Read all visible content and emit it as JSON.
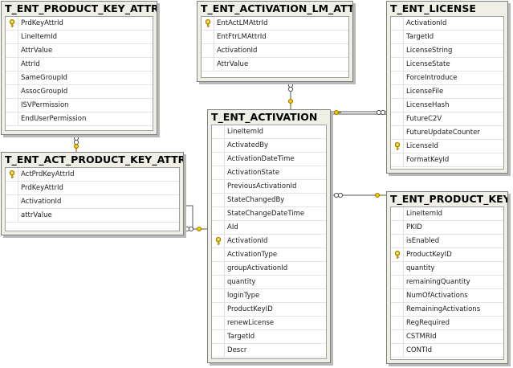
{
  "tables": [
    {
      "id": "pka",
      "name": "T_ENT_PRODUCT_KEY_ATTR",
      "columns": [
        {
          "name": "PrdKeyAttrId",
          "pk": true
        },
        {
          "name": "LineItemId",
          "pk": false
        },
        {
          "name": "AttrValue",
          "pk": false
        },
        {
          "name": "AttrId",
          "pk": false
        },
        {
          "name": "SameGroupId",
          "pk": false
        },
        {
          "name": "AssocGroupId",
          "pk": false
        },
        {
          "name": "ISVPermission",
          "pk": false
        },
        {
          "name": "EndUserPermission",
          "pk": false
        }
      ]
    },
    {
      "id": "alm",
      "name": "T_ENT_ACTIVATION_LM_ATTR",
      "columns": [
        {
          "name": "EntActLMAttrId",
          "pk": true
        },
        {
          "name": "EntFtrLMAttrId",
          "pk": false
        },
        {
          "name": "ActivationId",
          "pk": false
        },
        {
          "name": "AttrValue",
          "pk": false
        }
      ]
    },
    {
      "id": "lic",
      "name": "T_ENT_LICENSE",
      "columns": [
        {
          "name": "ActivationId",
          "pk": false
        },
        {
          "name": "TargetId",
          "pk": false
        },
        {
          "name": "LicenseString",
          "pk": false
        },
        {
          "name": "LicenseState",
          "pk": false
        },
        {
          "name": "ForceIntroduce",
          "pk": false
        },
        {
          "name": "LicenseFile",
          "pk": false
        },
        {
          "name": "LicenseHash",
          "pk": false
        },
        {
          "name": "FutureC2V",
          "pk": false
        },
        {
          "name": "FutureUpdateCounter",
          "pk": false
        },
        {
          "name": "LicenseId",
          "pk": true
        },
        {
          "name": "FormatKeyId",
          "pk": false
        }
      ]
    },
    {
      "id": "apka",
      "name": "T_ENT_ACT_PRODUCT_KEY_ATTR",
      "columns": [
        {
          "name": "ActPrdKeyAttrId",
          "pk": true
        },
        {
          "name": "PrdKeyAttrId",
          "pk": false
        },
        {
          "name": "ActivationId",
          "pk": false
        },
        {
          "name": "attrValue",
          "pk": false
        }
      ]
    },
    {
      "id": "act",
      "name": "T_ENT_ACTIVATION",
      "columns": [
        {
          "name": "LineItemId",
          "pk": false
        },
        {
          "name": "ActivatedBy",
          "pk": false
        },
        {
          "name": "ActivationDateTime",
          "pk": false
        },
        {
          "name": "ActivationState",
          "pk": false
        },
        {
          "name": "PreviousActivationId",
          "pk": false
        },
        {
          "name": "StateChangedBy",
          "pk": false
        },
        {
          "name": "StateChangeDateTime",
          "pk": false
        },
        {
          "name": "AId",
          "pk": false
        },
        {
          "name": "ActivationId",
          "pk": true
        },
        {
          "name": "ActivationType",
          "pk": false
        },
        {
          "name": "groupActivationId",
          "pk": false
        },
        {
          "name": "quantity",
          "pk": false
        },
        {
          "name": "loginType",
          "pk": false
        },
        {
          "name": "ProductKeyID",
          "pk": false
        },
        {
          "name": "renewLicense",
          "pk": false
        },
        {
          "name": "TargetId",
          "pk": false
        },
        {
          "name": "Descr",
          "pk": false
        }
      ]
    },
    {
      "id": "pk",
      "name": "T_ENT_PRODUCT_KEY",
      "columns": [
        {
          "name": "LineItemId",
          "pk": false
        },
        {
          "name": "PKID",
          "pk": false
        },
        {
          "name": "isEnabled",
          "pk": false
        },
        {
          "name": "ProductKeyID",
          "pk": true
        },
        {
          "name": "quantity",
          "pk": false
        },
        {
          "name": "remainingQuantity",
          "pk": false
        },
        {
          "name": "NumOfActivations",
          "pk": false
        },
        {
          "name": "RemainingActivations",
          "pk": false
        },
        {
          "name": "RegRequired",
          "pk": false
        },
        {
          "name": "CSTMRId",
          "pk": false
        },
        {
          "name": "CONTId",
          "pk": false
        }
      ]
    }
  ],
  "relationships": [
    {
      "from": "pka",
      "to": "apka"
    },
    {
      "from": "act",
      "to": "alm"
    },
    {
      "from": "act",
      "to": "lic"
    },
    {
      "from": "act",
      "to": "apka"
    },
    {
      "from": "pk",
      "to": "act"
    }
  ],
  "colors": {
    "frame": "#f0efe6",
    "border": "#7f7f7f",
    "shadow": "#b8b8b8",
    "line": "#555555",
    "key_fill": "#f2c500",
    "key_stroke": "#8a6d00"
  }
}
